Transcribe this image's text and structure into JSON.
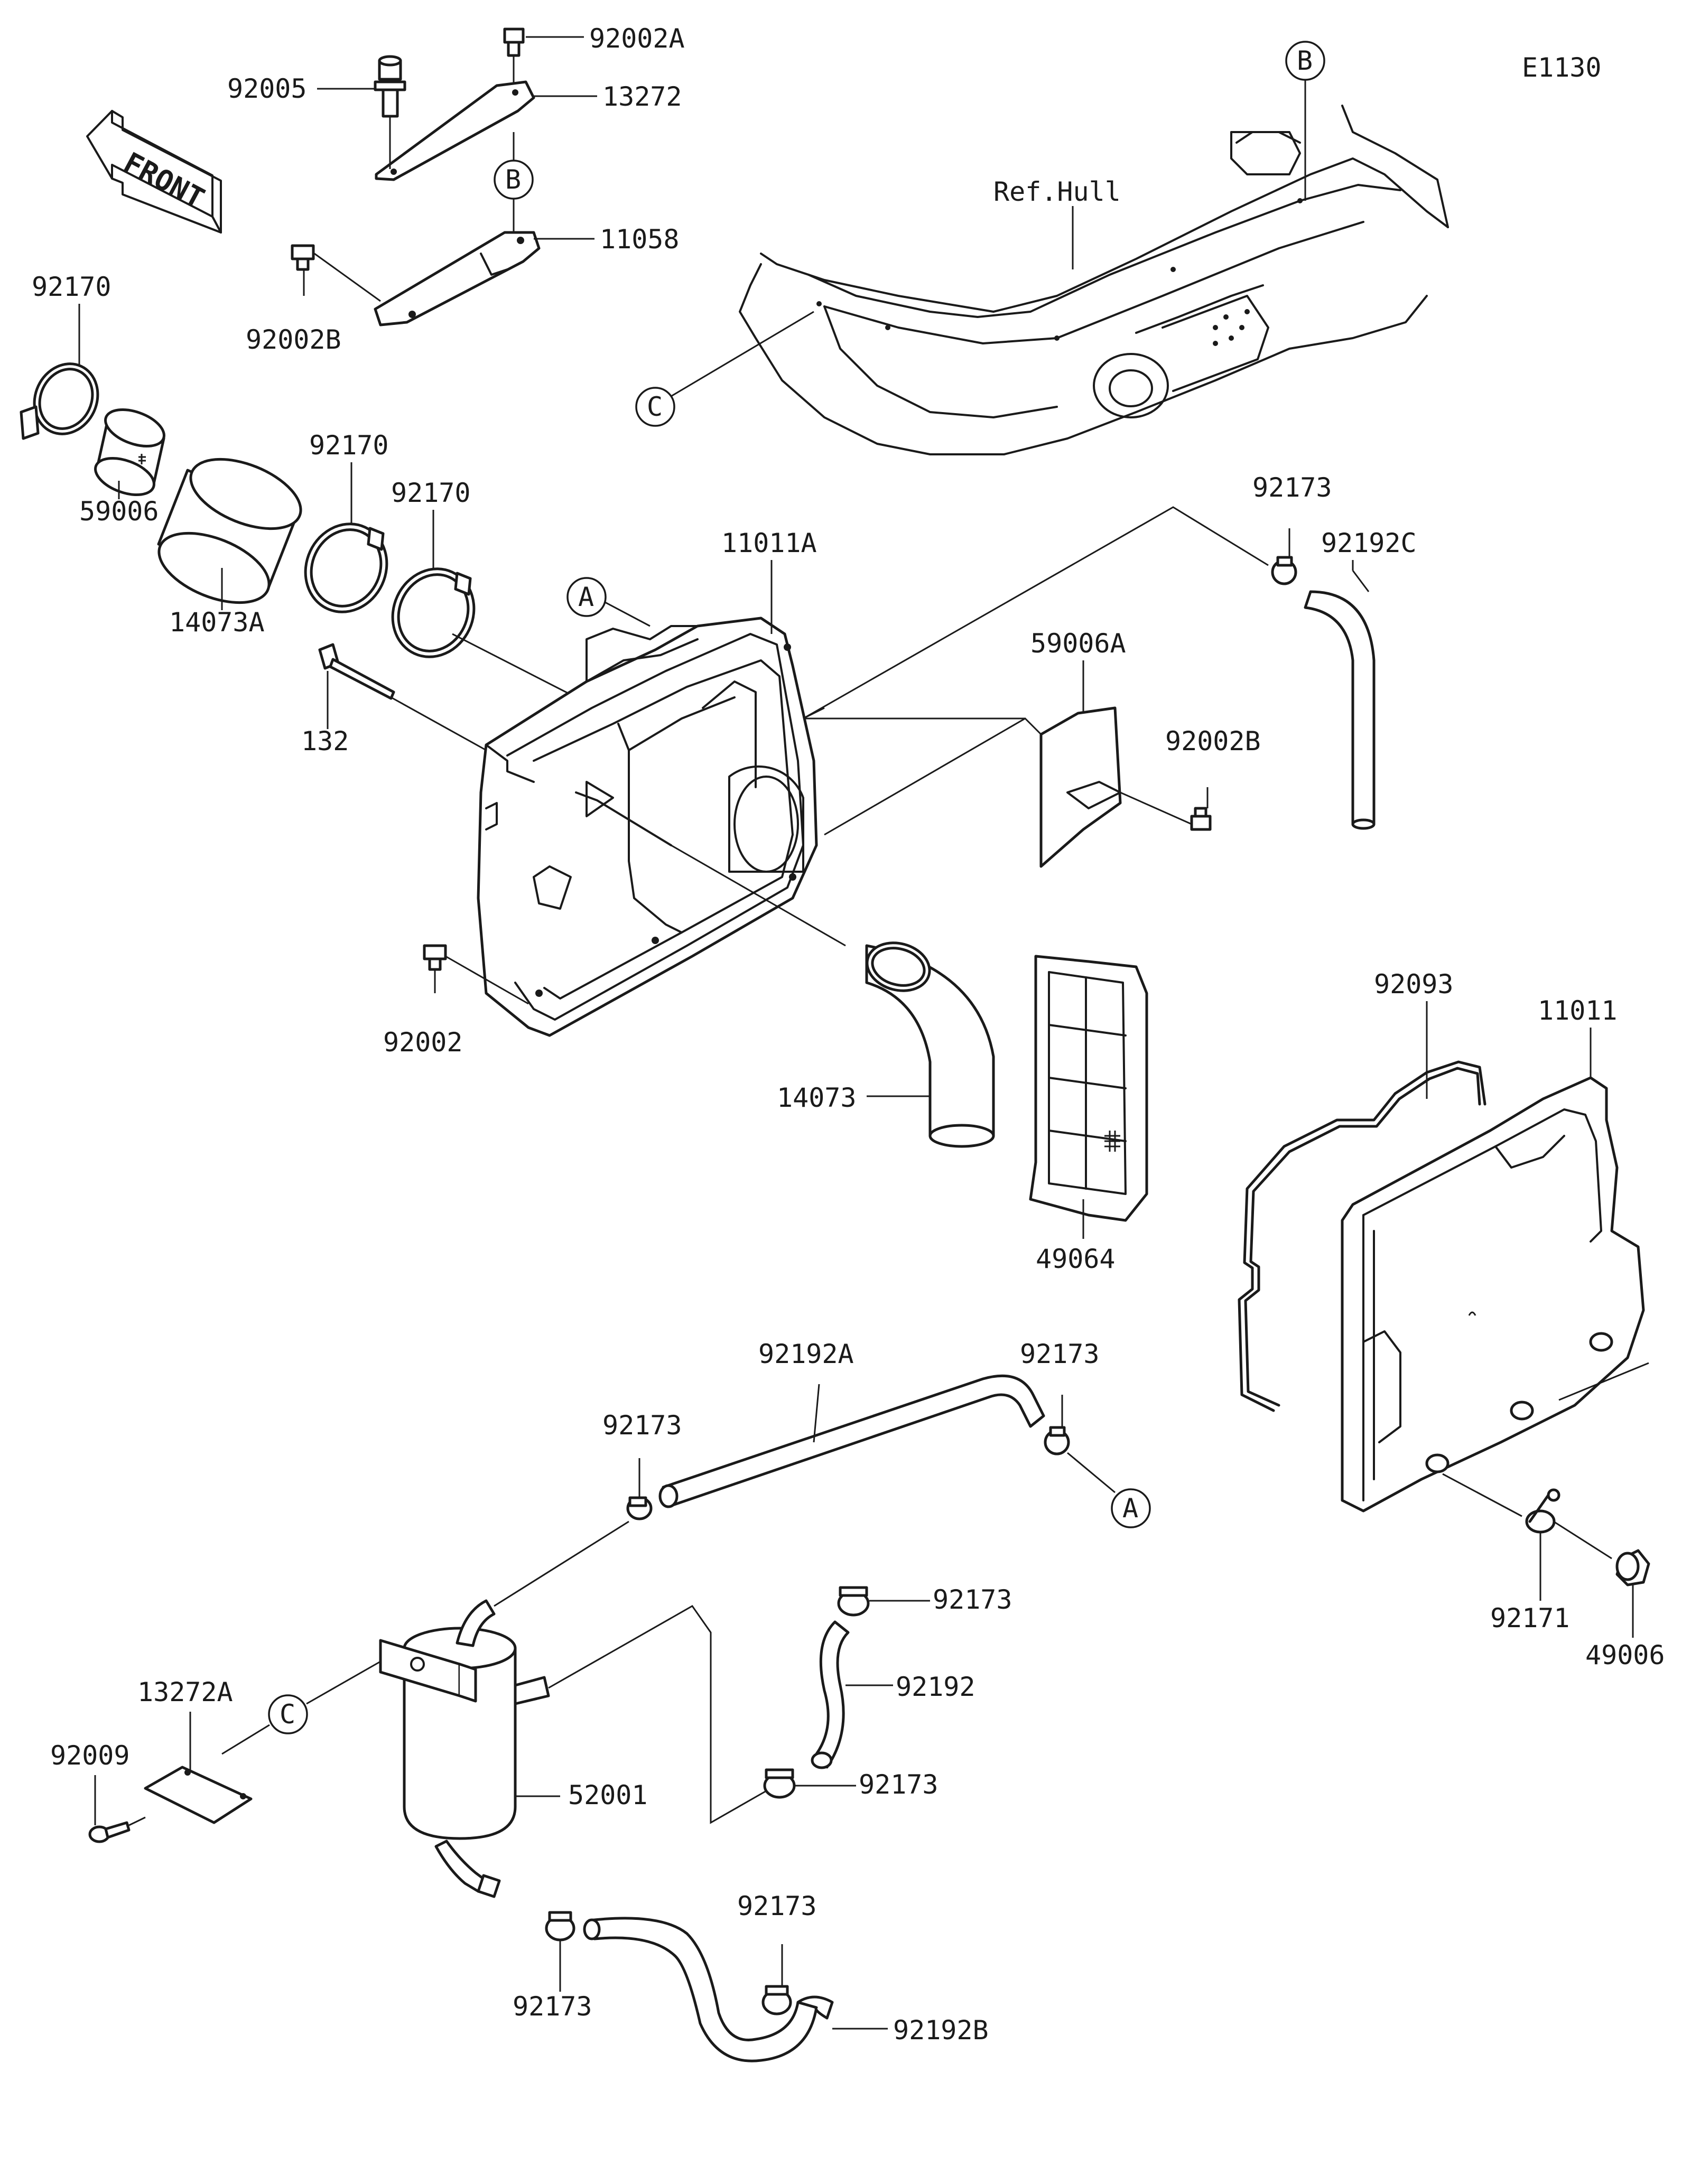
{
  "diagram_code": "E1130",
  "front_label": "FRONT",
  "ref_label": "Ref.Hull",
  "callouts": [
    "A",
    "B",
    "C"
  ],
  "part_numbers": {
    "p92002A": "92002A",
    "p92005": "92005",
    "p13272": "13272",
    "p11058": "11058",
    "p92002B_top": "92002B",
    "p92170_a": "92170",
    "p59006": "59006",
    "p14073A": "14073A",
    "p92170_b": "92170",
    "p92170_c": "92170",
    "p132": "132",
    "p11011A": "11011A",
    "p92173_top": "92173",
    "p92192C": "92192C",
    "p59006A": "59006A",
    "p92002B_mid": "92002B",
    "p92002": "92002",
    "p14073": "14073",
    "p49064": "49064",
    "p92093": "92093",
    "p11011": "11011",
    "p92192A": "92192A",
    "p92173_a": "92173",
    "p92173_b": "92173",
    "p92173_c": "92173",
    "p92192": "92192",
    "p92173_d": "92173",
    "p13272A": "13272A",
    "p92009": "92009",
    "p52001": "52001",
    "p92173_e": "92173",
    "p92173_f": "92173",
    "p92192B": "92192B",
    "p92171": "92171",
    "p49006": "49006"
  }
}
